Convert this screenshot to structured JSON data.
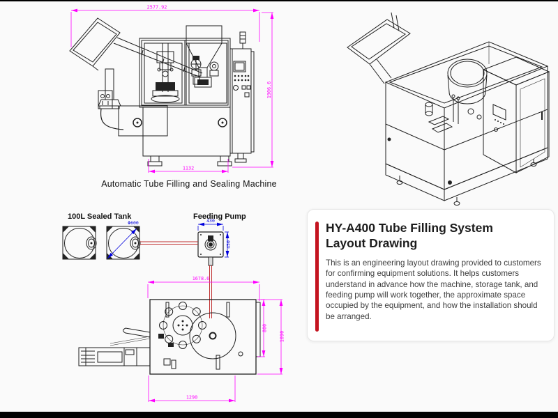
{
  "page": {
    "background": "#fafafa",
    "letterbox_color": "#000000"
  },
  "colors": {
    "drawing_line": "#1f1f1f",
    "dim_magenta": "#ff00ff",
    "dim_blue": "#0000dd",
    "pipe_red": "#c03030",
    "accent_red": "#c41420",
    "card_background": "#ffffff",
    "card_border": "#e7e7e7",
    "title_text": "#1c1c1c",
    "body_text": "#3c3c3c"
  },
  "front_view": {
    "caption": "Automatic Tube Filling and Sealing Machine",
    "dim_overall_width": "2577.92",
    "dim_overall_height": "1906.6",
    "dim_base_width": "1132"
  },
  "layout_view": {
    "tank_label": "100L Sealed Tank",
    "pump_label": "Feeding Pump",
    "dim_tank_diameter": "Φ600",
    "dim_pump_width": "430",
    "dim_pump_depth": "450",
    "dim_machine_length": "1678.6",
    "dim_machine_depth_inner": "800",
    "dim_machine_depth_overall": "1090",
    "dim_machine_base_length": "1290"
  },
  "info_card": {
    "title": "HY-A400 Tube Filling System Layout Drawing",
    "body": "This is an engineering layout drawing provided to customers for confirming equipment solutions. It helps customers understand in advance how the machine, storage tank, and feeding pump will work together, the approximate space occupied by the equipment, and how the installation should be arranged."
  }
}
